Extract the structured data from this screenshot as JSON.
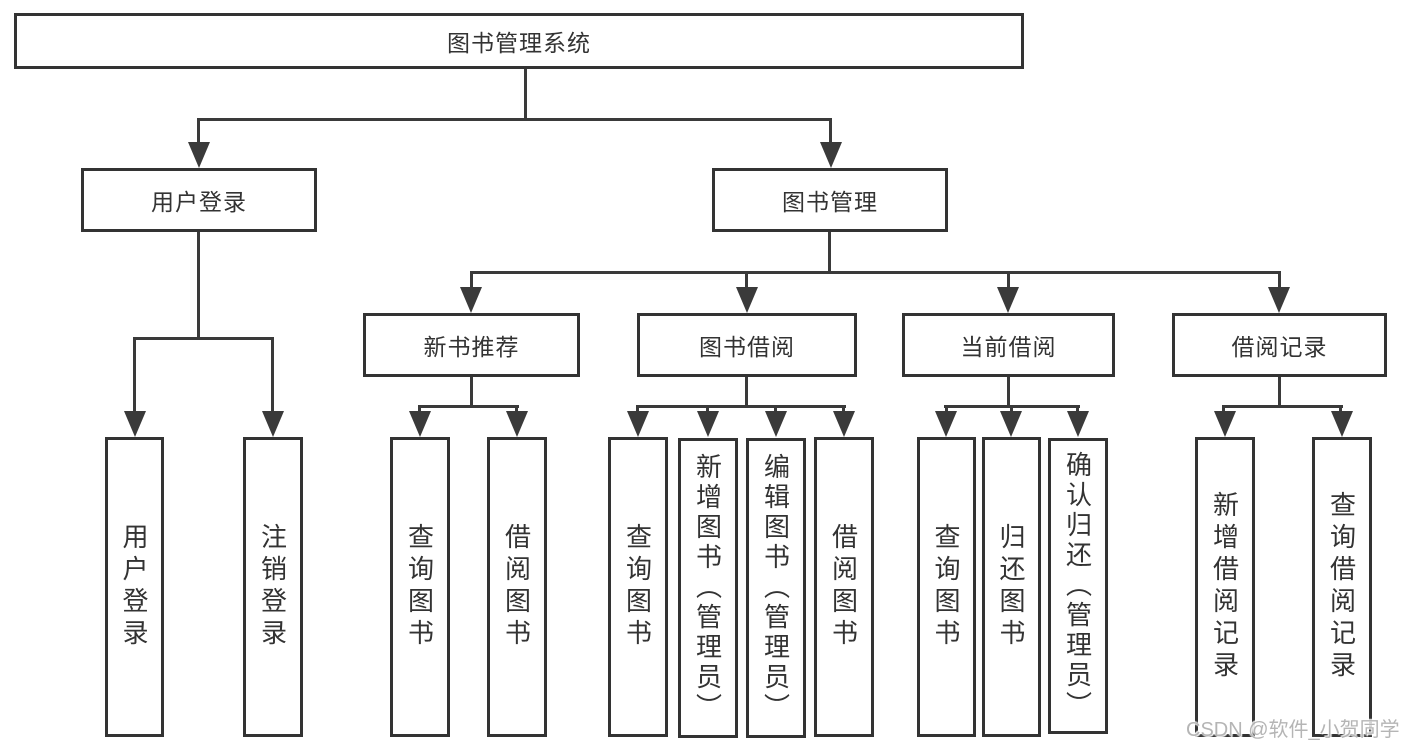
{
  "colors": {
    "background": "#ffffff",
    "line": "#3a3a3a",
    "border": "#333333",
    "text": "#333333",
    "watermark": "#b5b5b5"
  },
  "watermark": {
    "text": "CSDN @软件_小贺同学"
  },
  "tree": {
    "root": {
      "label": "图书管理系统"
    },
    "branches": [
      {
        "label": "用户登录",
        "children": [
          {
            "label": "用户登录"
          },
          {
            "label": "注销登录"
          }
        ]
      },
      {
        "label": "图书管理",
        "children": [
          {
            "label": "新书推荐",
            "children": [
              {
                "label": "查询图书"
              },
              {
                "label": "借阅图书"
              }
            ]
          },
          {
            "label": "图书借阅",
            "children": [
              {
                "label": "查询图书"
              },
              {
                "label": "新增图书（管理员）"
              },
              {
                "label": "编辑图书（管理员）"
              },
              {
                "label": "借阅图书"
              }
            ]
          },
          {
            "label": "当前借阅",
            "children": [
              {
                "label": "查询图书"
              },
              {
                "label": "归还图书"
              },
              {
                "label": "确认归还（管理员）"
              }
            ]
          },
          {
            "label": "借阅记录",
            "children": [
              {
                "label": "新增借阅记录"
              },
              {
                "label": "查询借阅记录"
              }
            ]
          }
        ]
      }
    ]
  }
}
